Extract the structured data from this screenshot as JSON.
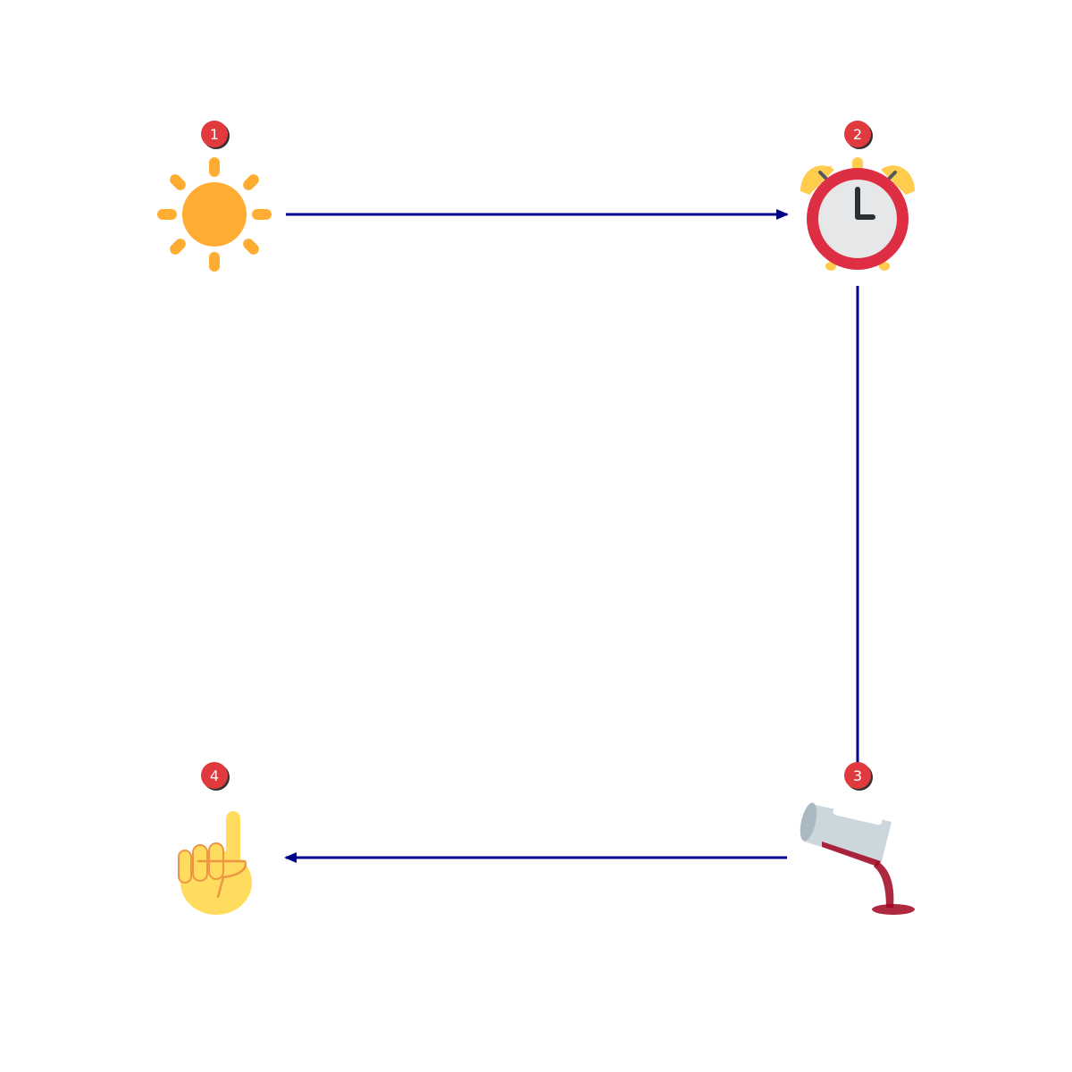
{
  "diagram": {
    "steps": [
      {
        "number": "1",
        "icon": "sun-icon"
      },
      {
        "number": "2",
        "icon": "alarm-clock-icon"
      },
      {
        "number": "3",
        "icon": "pouring-glass-icon"
      },
      {
        "number": "4",
        "icon": "index-finger-pointing-up-icon"
      }
    ],
    "colors": {
      "connector": "#00008B",
      "badge": "#E03A3E",
      "badge_shadow": "#333333",
      "sun": "#FFAC33",
      "clock_ring": "#DD2E44",
      "clock_bells": "#FFCC4D",
      "clock_face": "#E6E7E8",
      "glass": "#CCD6DD",
      "liquid": "#A0041E",
      "hand": "#FFDC5D"
    }
  }
}
